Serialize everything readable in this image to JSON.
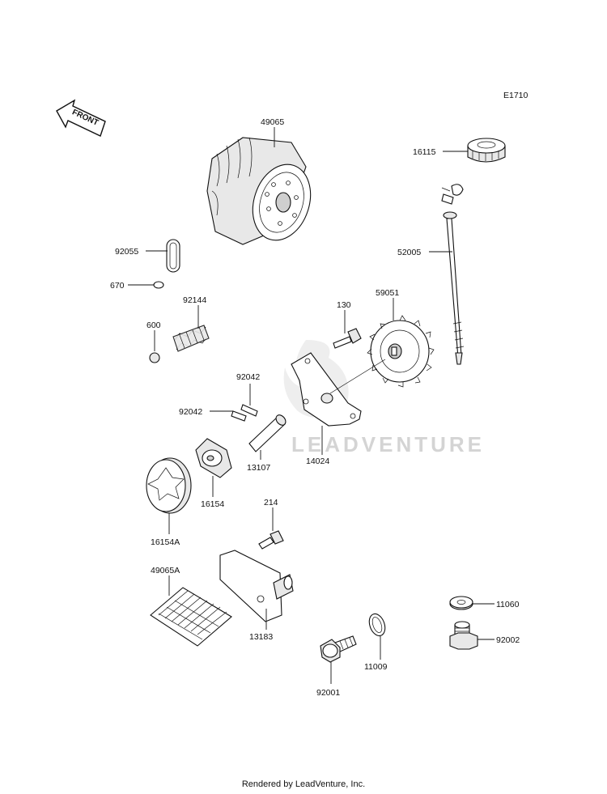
{
  "diagram_code": "E1710",
  "watermark": "LEADVENTURE",
  "front_label": "FRONT",
  "footer": "Rendered by LeadVenture, Inc.",
  "parts": {
    "p49065": "49065",
    "p16115": "16115",
    "p52005": "52005",
    "p92055": "92055",
    "p670": "670",
    "p92144": "92144",
    "p600": "600",
    "p130": "130",
    "p59051": "59051",
    "p92042a": "92042",
    "p92042b": "92042",
    "p13107": "13107",
    "p14024": "14024",
    "p16154": "16154",
    "p16154A": "16154A",
    "p214": "214",
    "p49065A": "49065A",
    "p13183": "13183",
    "p11060": "11060",
    "p92002": "92002",
    "p92001": "92001",
    "p11009": "11009"
  }
}
